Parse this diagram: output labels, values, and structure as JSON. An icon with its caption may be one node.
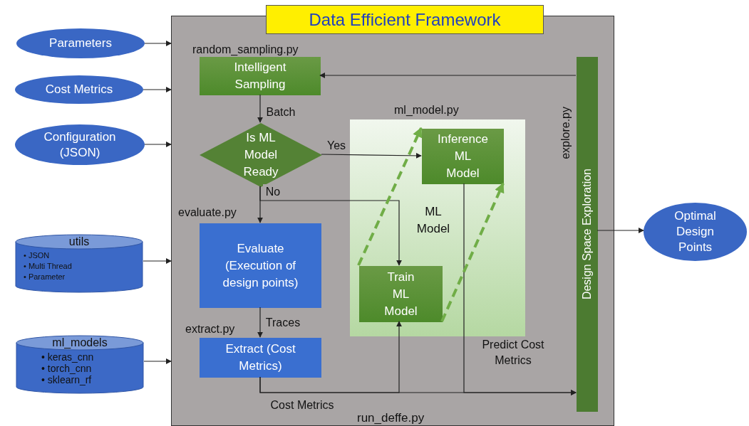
{
  "diagram": {
    "title": "Data Efficient Framework",
    "nodes": [
      {
        "text": [
          "Parameters"
        ]
      },
      {
        "text": [
          "Cost Metrics"
        ]
      },
      {
        "text": [
          "Configuration (JSON)"
        ]
      },
      {
        "text": [
          "utils",
          "• JSON",
          "• Multi Thread",
          "• Parameter"
        ]
      },
      {
        "text": [
          "ml_models",
          "• keras_cnn",
          "• torch_cnn",
          "• sklearn_rf"
        ]
      },
      {
        "text": [
          "run_deffe.py"
        ]
      },
      {
        "text": [
          "Intelligent Sampling"
        ],
        "in": 5,
        "beside": [
          "random_sampling.py"
        ]
      },
      {
        "text": [
          "Is ML Model Ready"
        ],
        "in": 5
      },
      {
        "text": [
          "Evaluate (Execution of design points)"
        ],
        "in": 5,
        "beside": [
          "evaluate.py"
        ]
      },
      {
        "text": [
          "Extract (Cost Metrics)"
        ],
        "in": 5,
        "beside": [
          "extract.py"
        ]
      },
      {
        "text": [
          "ml_model.py",
          "ML Model"
        ],
        "in": 5
      },
      {
        "text": [
          "Inference ML Model"
        ],
        "in": 10
      },
      {
        "text": [
          "Train ML Model"
        ],
        "in": 10
      },
      {
        "text": [
          "Design Space Exploration"
        ],
        "in": 5,
        "beside": [
          "explore.py"
        ]
      },
      {
        "text": [
          "Optimal Design Points"
        ]
      }
    ],
    "edges": [
      {
        "from": 0,
        "to": 5,
        "arrow": "to"
      },
      {
        "from": 1,
        "to": 5,
        "arrow": "to"
      },
      {
        "from": 2,
        "to": 5,
        "arrow": "to"
      },
      {
        "from": 3,
        "to": 5,
        "arrow": "to"
      },
      {
        "from": 4,
        "to": 5,
        "arrow": "to"
      },
      {
        "from": 6,
        "to": 7,
        "arrow": "to",
        "label": "Batch"
      },
      {
        "from": 7,
        "to": 11,
        "arrow": "to",
        "label": "Yes"
      },
      {
        "from": 7,
        "to": 8,
        "arrow": "to",
        "label": "No"
      },
      {
        "from": 7,
        "to": 12,
        "arrow": "to"
      },
      {
        "from": 8,
        "to": 9,
        "arrow": "to",
        "label": "Traces"
      },
      {
        "from": 9,
        "to": 13,
        "arrow": "to",
        "label": "Cost Metrics"
      },
      {
        "from": 9,
        "to": 12,
        "arrow": "to"
      },
      {
        "from": 11,
        "to": 13,
        "arrow": "to",
        "label": "Predict Cost Metrics"
      },
      {
        "from": 12,
        "to": 11,
        "arrow": "to",
        "style": "dashed",
        "color": "#70ad47"
      },
      {
        "from": 12,
        "to": 11,
        "arrow": "to",
        "style": "dashed",
        "color": "#70ad47"
      },
      {
        "from": 13,
        "to": 6,
        "arrow": "to"
      },
      {
        "from": 13,
        "to": 14,
        "arrow": "to"
      }
    ]
  }
}
